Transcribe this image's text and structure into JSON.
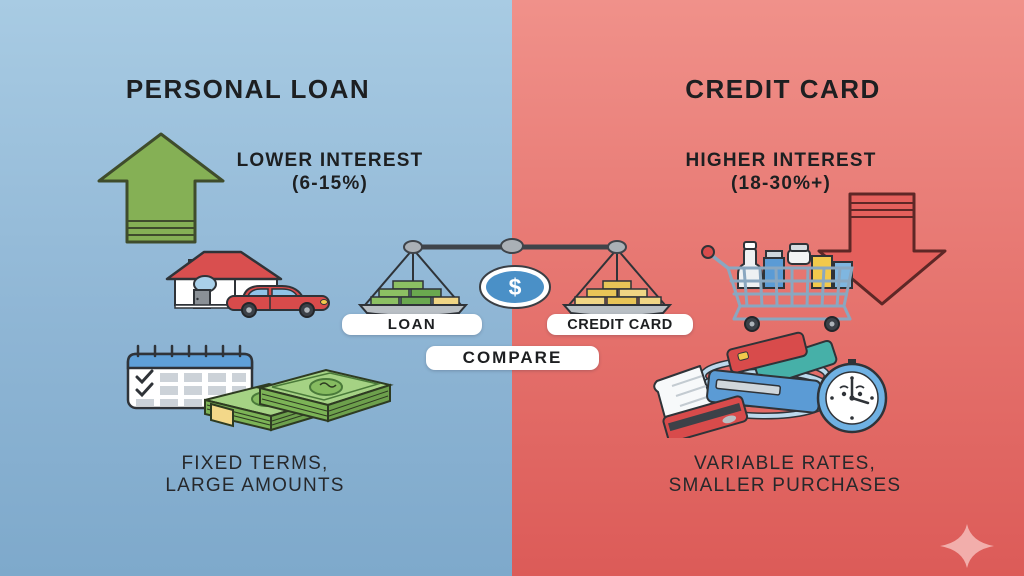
{
  "panels": {
    "left": {
      "title": "PERSONAL LOAN",
      "interest_heading": "LOWER INTEREST",
      "interest_range": "(6-15%)",
      "footer_line1": "FIXED TERMS,",
      "footer_line2": "LARGE AMOUNTS"
    },
    "right": {
      "title": "CREDIT CARD",
      "interest_heading": "HIGHER INTEREST",
      "interest_range": "(18-30%+)",
      "footer_line1": "VARIABLE RATES,",
      "footer_line2": "SMALLER PURCHASES"
    }
  },
  "scale": {
    "left_pan_label": "LOAN",
    "right_pan_label": "CREDIT CARD",
    "compare_label": "COMPARE",
    "currency_symbol": "$"
  },
  "icons": {
    "up_arrow": "up-arrow-icon",
    "down_arrow": "down-arrow-icon",
    "dollar_badge": "dollar-badge",
    "balance_scale": "balance-scale",
    "sparkle": "sparkle-icon"
  },
  "colors": {
    "left_bg_top": "#a8cbe3",
    "left_bg_bottom": "#7ea9cb",
    "right_bg_top": "#f0918a",
    "right_bg_bottom": "#dc5b58",
    "up_arrow_green": "#85b055",
    "down_arrow_red": "#e4605c",
    "badge_blue": "#4a90c7",
    "text": "#1d1f21"
  }
}
